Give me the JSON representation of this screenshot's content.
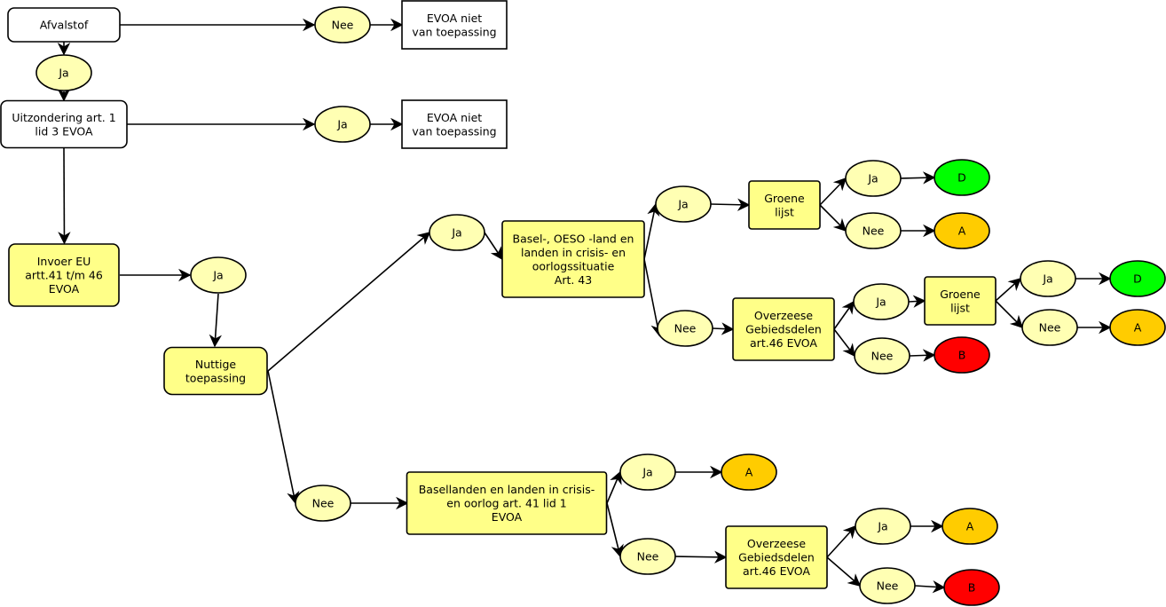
{
  "colors": {
    "white": "#ffffff",
    "light_yellow": "#ffffb3",
    "yellow": "#ffff88",
    "green": "#00ff00",
    "orange": "#ffcc00",
    "red": "#ff0000",
    "stroke": "#000000"
  },
  "nodes": {
    "afvalstof": [
      "Afvalstof"
    ],
    "nee_afval": [
      "Nee"
    ],
    "evoa_niet_1": [
      "EVOA niet",
      "van toepassing"
    ],
    "ja_afval": [
      "Ja"
    ],
    "uitzondering": [
      "Uitzondering art. 1",
      "lid 3 EVOA"
    ],
    "ja_uitz": [
      "Ja"
    ],
    "evoa_niet_2": [
      "EVOA niet",
      "van toepassing"
    ],
    "invoer_eu": [
      "Invoer EU",
      "artt.41 t/m 46",
      "EVOA"
    ],
    "ja_invoer": [
      "Ja"
    ],
    "nuttige": [
      "Nuttige",
      "toepassing"
    ],
    "ja_nuttig": [
      "Ja"
    ],
    "basel_oeso": [
      "Basel-, OESO  -land en",
      "landen in crisis- en",
      "oorlogssituatie",
      "Art. 43"
    ],
    "ja_basel": [
      "Ja"
    ],
    "groene_1": [
      "Groene",
      "lijst"
    ],
    "ja_g1": [
      "Ja"
    ],
    "d_1": [
      "D"
    ],
    "nee_g1": [
      "Nee"
    ],
    "a_1": [
      "A"
    ],
    "nee_basel": [
      "Nee"
    ],
    "overzeese_1": [
      "Overzeese",
      "Gebiedsdelen",
      "art.46 EVOA"
    ],
    "ja_o1": [
      "Ja"
    ],
    "groene_2": [
      "Groene",
      "lijst"
    ],
    "ja_g2": [
      "Ja"
    ],
    "d_2": [
      "D"
    ],
    "nee_g2": [
      "Nee"
    ],
    "a_2": [
      "A"
    ],
    "nee_o1": [
      "Nee"
    ],
    "b_1": [
      "B"
    ],
    "nee_nuttig": [
      "Nee"
    ],
    "basellanden": [
      "Basellanden en landen in crisis-",
      "en oorlog art. 41 lid 1",
      "EVOA"
    ],
    "ja_bl": [
      "Ja"
    ],
    "a_3": [
      "A"
    ],
    "nee_bl": [
      "Nee"
    ],
    "overzeese_2": [
      "Overzeese",
      "Gebiedsdelen",
      "art.46 EVOA"
    ],
    "ja_o2": [
      "Ja"
    ],
    "a_4": [
      "A"
    ],
    "nee_o2": [
      "Nee"
    ],
    "b_2": [
      "B"
    ]
  }
}
